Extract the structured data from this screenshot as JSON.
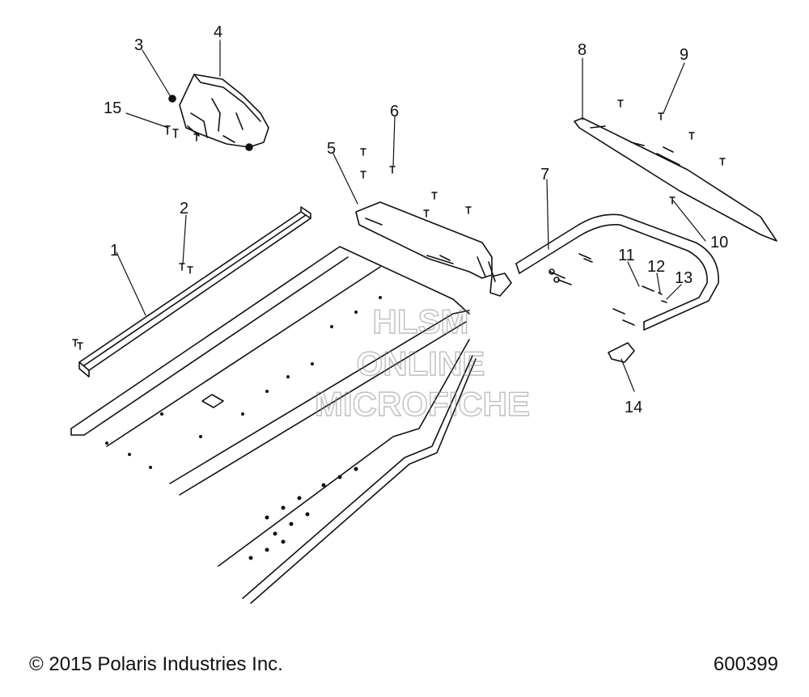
{
  "callouts": [
    "1",
    "2",
    "3",
    "4",
    "5",
    "6",
    "7",
    "8",
    "9",
    "10",
    "11",
    "12",
    "13",
    "14",
    "15"
  ],
  "watermark": [
    "HLSM",
    "ONLINE",
    "MICROFICHE"
  ],
  "footer": {
    "copyright": "© 2015 Polaris Industries Inc.",
    "drawing_number": "600399"
  }
}
